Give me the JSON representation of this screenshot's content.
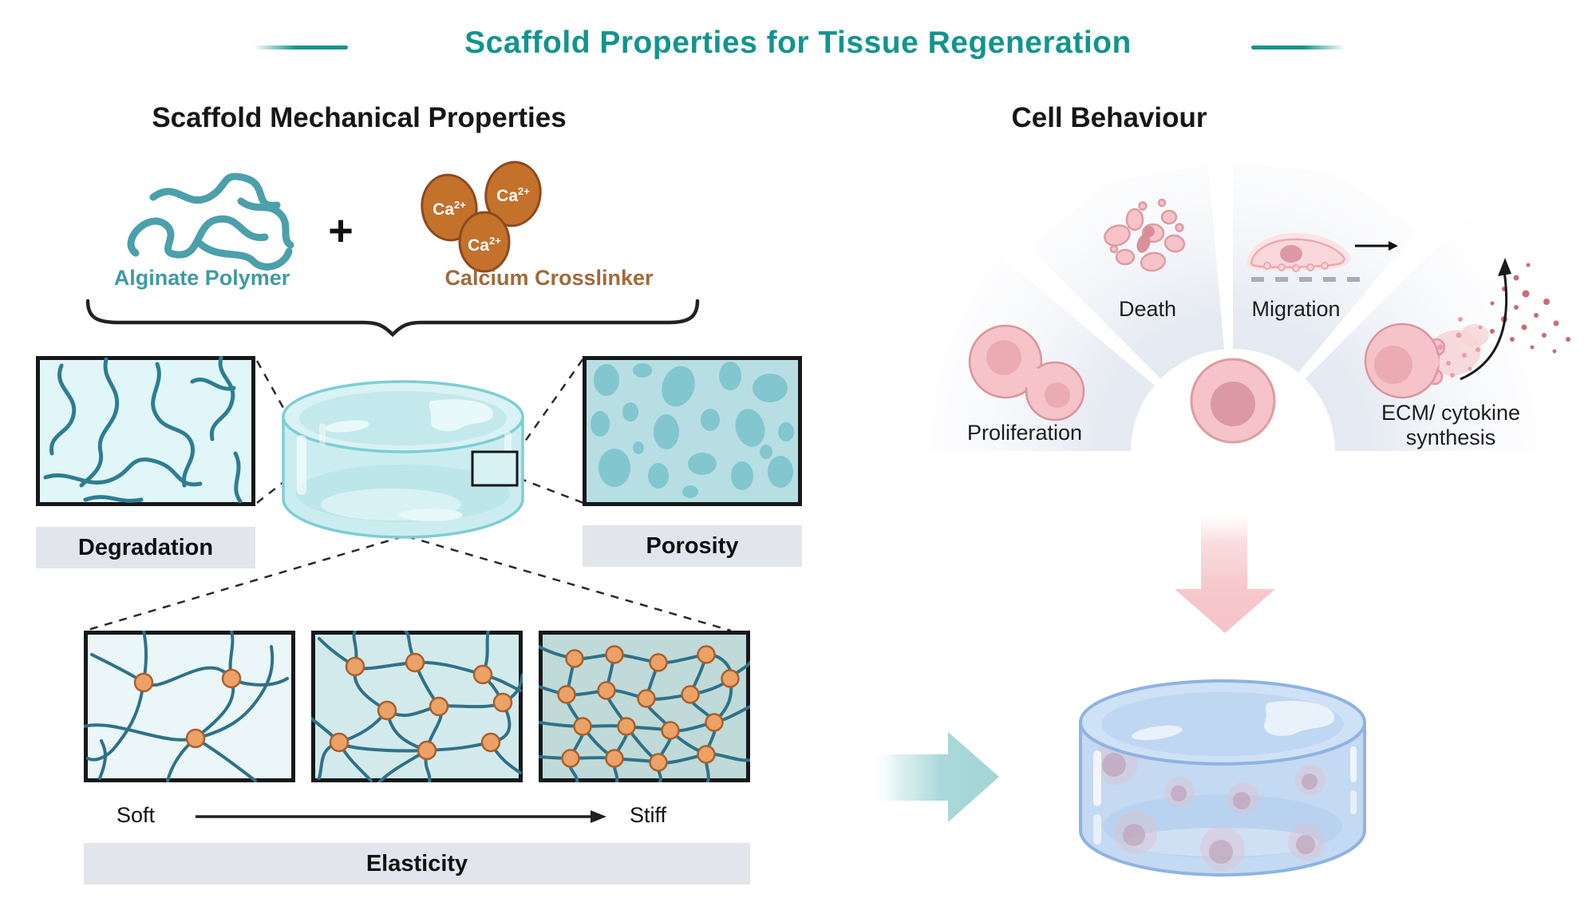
{
  "title": "Scaffold Properties for Tissue Regeneration",
  "left": {
    "heading": "Scaffold Mechanical Properties",
    "plus_sign": "+",
    "alginate_label": "Alginate Polymer",
    "calcium_label": "Calcium Crosslinker",
    "ion": {
      "base": "Ca",
      "sup": "2+"
    },
    "degradation_label": "Degradation",
    "porosity_label": "Porosity",
    "elasticity_label": "Elasticity",
    "soft_label": "Soft",
    "stiff_label": "Stiff",
    "elasticity_series": {
      "order": [
        "soft",
        "medium",
        "stiff"
      ],
      "crosslink_counts": [
        3,
        9,
        17
      ]
    }
  },
  "right": {
    "heading": "Cell Behaviour",
    "labels": {
      "proliferation": "Proliferation",
      "death": "Death",
      "migration": "Migration",
      "ecm_line1": "ECM/ cytokine",
      "ecm_line2": "synthesis"
    }
  },
  "colors": {
    "title_teal": "#12948E",
    "alginate_teal": "#3F9AA5",
    "calcium_brown": "#A2693A",
    "polymer_stroke": "#4BA0AB",
    "ion_orange": "#C4712C",
    "label_bg": "#E3E5EC",
    "network_line": "#2F7189",
    "crosslink_orange": "#ECA266",
    "cell_pink": "#F5C3C8",
    "arrow_pink": "#F5C7CA",
    "arrow_teal": "#A9D8D9",
    "scaffold_cyan": "#CBEDF0",
    "scaffold_blue": "#C4D9F2"
  }
}
